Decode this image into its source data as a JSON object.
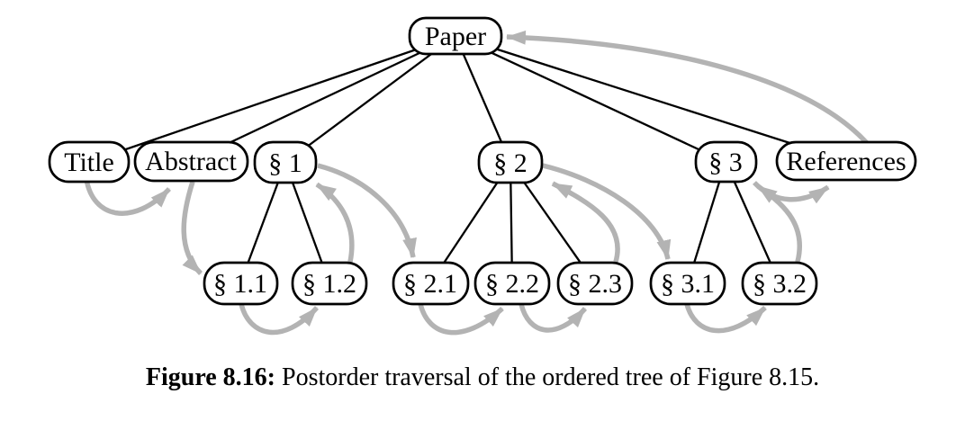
{
  "figure": {
    "caption": {
      "label": "Figure 8.16:",
      "text": "Postorder traversal of the ordered tree of Figure 8.15."
    }
  },
  "colors": {
    "background": "#ffffff",
    "node_fill": "#ffffff",
    "node_border": "#000000",
    "tree_edge": "#000000",
    "traversal_arrow": "#b3b3b3",
    "text": "#000000"
  },
  "tree": {
    "nodes": [
      {
        "id": "paper",
        "label": "Paper"
      },
      {
        "id": "title",
        "label": "Title"
      },
      {
        "id": "abstract",
        "label": "Abstract"
      },
      {
        "id": "s1",
        "label": "§ 1"
      },
      {
        "id": "s2",
        "label": "§ 2"
      },
      {
        "id": "s3",
        "label": "§ 3"
      },
      {
        "id": "references",
        "label": "References"
      },
      {
        "id": "s11",
        "label": "§ 1.1"
      },
      {
        "id": "s12",
        "label": "§ 1.2"
      },
      {
        "id": "s21",
        "label": "§ 2.1"
      },
      {
        "id": "s22",
        "label": "§ 2.2"
      },
      {
        "id": "s23",
        "label": "§ 2.3"
      },
      {
        "id": "s31",
        "label": "§ 3.1"
      },
      {
        "id": "s32",
        "label": "§ 3.2"
      }
    ],
    "edges": [
      [
        "Paper",
        "Title"
      ],
      [
        "Paper",
        "Abstract"
      ],
      [
        "Paper",
        "§ 1"
      ],
      [
        "Paper",
        "§ 2"
      ],
      [
        "Paper",
        "§ 3"
      ],
      [
        "Paper",
        "References"
      ],
      [
        "§ 1",
        "§ 1.1"
      ],
      [
        "§ 1",
        "§ 1.2"
      ],
      [
        "§ 2",
        "§ 2.1"
      ],
      [
        "§ 2",
        "§ 2.2"
      ],
      [
        "§ 2",
        "§ 2.3"
      ],
      [
        "§ 3",
        "§ 3.1"
      ],
      [
        "§ 3",
        "§ 3.2"
      ]
    ],
    "traversal": {
      "type": "postorder",
      "order": [
        "Title",
        "Abstract",
        "§ 1.1",
        "§ 1.2",
        "§ 1",
        "§ 2.1",
        "§ 2.2",
        "§ 2.3",
        "§ 2",
        "§ 3.1",
        "§ 3.2",
        "§ 3",
        "References",
        "Paper"
      ]
    }
  }
}
